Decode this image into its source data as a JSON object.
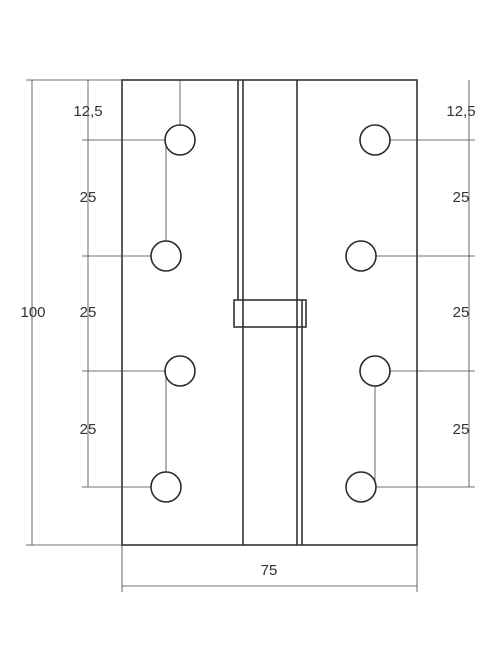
{
  "drawing": {
    "height_label": "100",
    "width_label": "75",
    "left_top_offset": "12,5",
    "left_pitch_1": "25",
    "left_pitch_2": "25",
    "left_pitch_3": "25",
    "right_top_offset": "12,5",
    "right_pitch_1": "25",
    "right_pitch_2": "25",
    "right_pitch_3": "25",
    "colors": {
      "line": "#333333",
      "background": "#ffffff"
    }
  }
}
